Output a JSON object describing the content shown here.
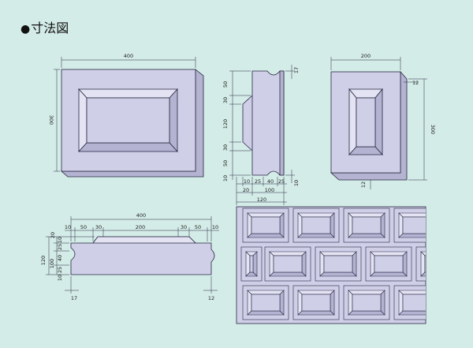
{
  "title": "寸法図",
  "title_bullet": "●",
  "colors": {
    "background": "#d4ece7",
    "block_fill": "#cfcfe8",
    "block_dark": "#b4b4d2",
    "block_light": "#e3e3f3",
    "stroke": "#262640"
  },
  "front_view": {
    "width_label": "400",
    "height_label": "300"
  },
  "side_view": {
    "labels_top": "17",
    "labels_vertical": [
      "50",
      "30",
      "120",
      "30",
      "50",
      "10"
    ],
    "label_bottom_right": "10",
    "bottom_row": [
      "10",
      "25",
      "40",
      "25"
    ],
    "bottom_row2": [
      "20",
      "100"
    ],
    "bottom_total": "120"
  },
  "end_view": {
    "width_label": "200",
    "height_label": "300",
    "top_right": "12",
    "bottom_right": "12"
  },
  "plan_view": {
    "total": "400",
    "segments": [
      "10",
      "50",
      "30",
      "200",
      "30",
      "50",
      "10"
    ],
    "vertical": [
      "20",
      "10",
      "25",
      "40",
      "25",
      "10"
    ],
    "total_height": "120",
    "height_sub": "100",
    "left_bottom": "17",
    "right_bottom": "12"
  }
}
